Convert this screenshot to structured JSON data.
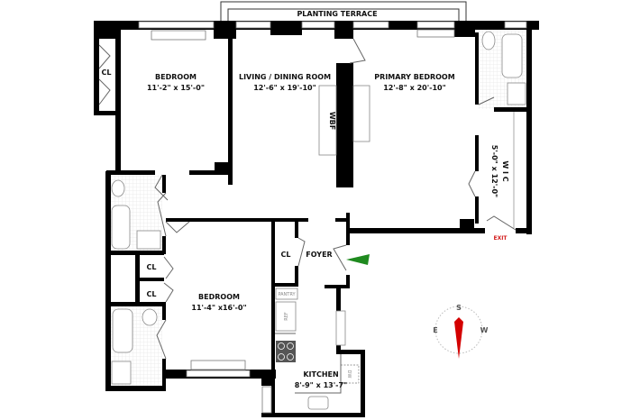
{
  "plan": {
    "terrace": "PLANTING TERRACE",
    "rooms": {
      "bedroom1": {
        "name": "BEDROOM",
        "size": "11'-2\" x 15'-0\""
      },
      "living": {
        "name": "LIVING / DINING ROOM",
        "size": "12'-6\" x 19'-10\""
      },
      "primary": {
        "name": "PRIMARY BEDROOM",
        "size": "12'-8\" x 20'-10\""
      },
      "wic": {
        "name": "W I C",
        "size": "5'-0\" x 12'-0\""
      },
      "bedroom2": {
        "name": "BEDROOM",
        "size": "11'-4\" x16'-0\""
      },
      "kitchen": {
        "name": "KITCHEN",
        "size": "8'-9\" x 13'-7\""
      },
      "foyer": {
        "name": "FOYER"
      }
    },
    "closet_label": "CL",
    "fireplace": "WBF",
    "exit": "EXIT",
    "appliances": {
      "pantry": "PANTRY",
      "ref": "REF",
      "dw": "DW"
    },
    "compass": {
      "s": "S",
      "w": "W",
      "e": "E"
    },
    "colors": {
      "exit": "#d42020",
      "entry_arrow": "#1f8a1f",
      "compass_needle": "#d40000"
    }
  }
}
